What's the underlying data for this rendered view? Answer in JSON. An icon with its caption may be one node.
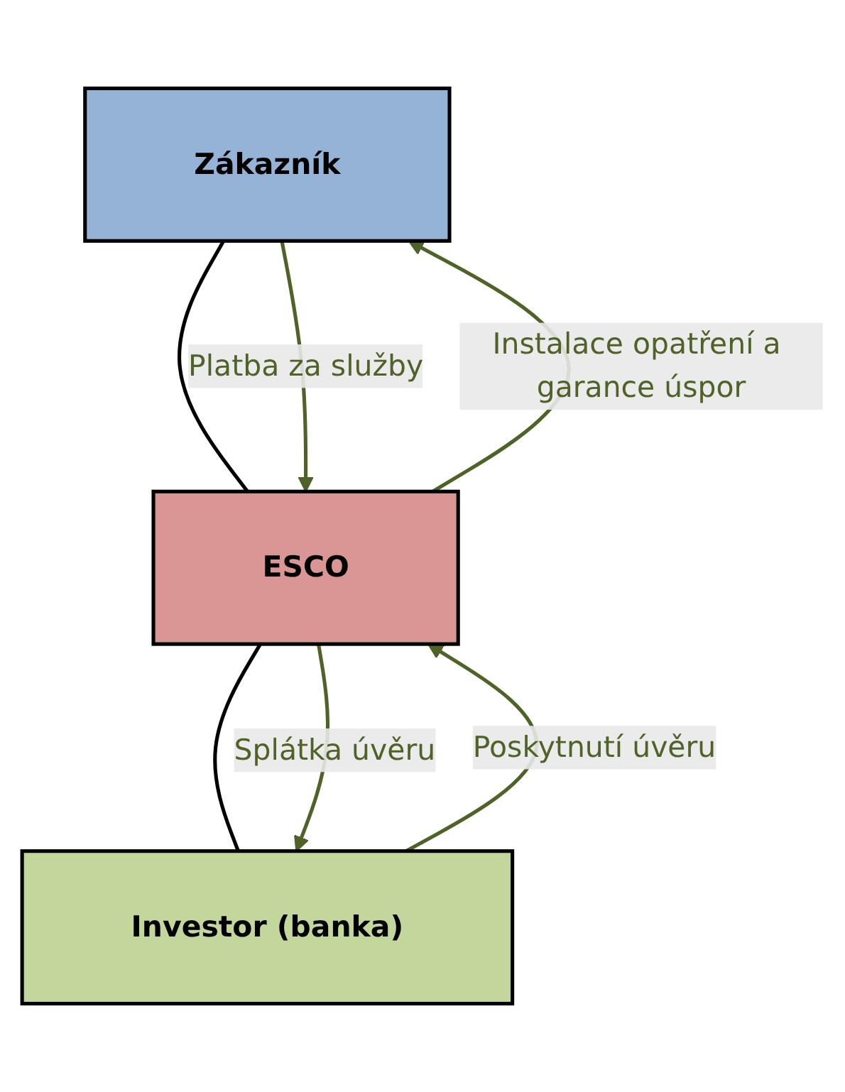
{
  "diagram": {
    "nodes": [
      {
        "text": [
          "Zákazník"
        ]
      },
      {
        "text": [
          "ESCO"
        ]
      },
      {
        "text": [
          "Investor (banka)"
        ]
      }
    ],
    "edges": [
      {
        "from": 0,
        "to": 1,
        "arrow": "none",
        "color": "#000000"
      },
      {
        "from": 1,
        "to": 0,
        "arrow": "to",
        "label": "Instalace opatření a garance úspor"
      },
      {
        "from": 0,
        "to": 1,
        "arrow": "to",
        "label": "Platba za služby"
      },
      {
        "from": 1,
        "to": 2,
        "arrow": "none",
        "color": "#000000"
      },
      {
        "from": 2,
        "to": 1,
        "arrow": "to",
        "label": "Poskytnutí úvěru"
      },
      {
        "from": 1,
        "to": 2,
        "arrow": "to",
        "label": "Splátka úvěru"
      }
    ]
  }
}
